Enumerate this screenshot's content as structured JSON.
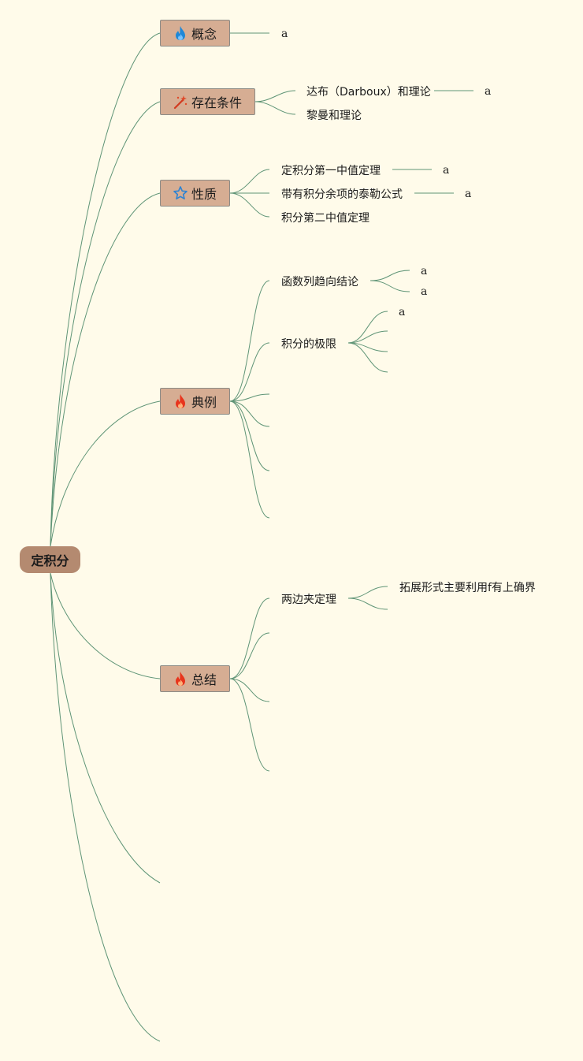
{
  "mindmap": {
    "root": "定积分",
    "topics": {
      "concept": {
        "label": "概念",
        "icon": "fire-blue-icon",
        "leaf": "a"
      },
      "existence": {
        "label": "存在条件",
        "icon": "magic-wand-icon",
        "subs": [
          {
            "label": "达布（Darboux）和理论",
            "leaf": "a"
          },
          {
            "label": "黎曼和理论"
          }
        ]
      },
      "property": {
        "label": "性质",
        "icon": "star-icon",
        "subs": [
          {
            "label": "定积分第一中值定理",
            "leaf": "a"
          },
          {
            "label": "带有积分余项的泰勒公式",
            "leaf": "a"
          },
          {
            "label": "积分第二中值定理"
          }
        ]
      },
      "examples": {
        "label": "典例",
        "icon": "fire-red-icon",
        "subs": [
          {
            "label": "函数列趋向结论",
            "leaves": [
              "a",
              "a"
            ]
          },
          {
            "label": "积分的极限",
            "leaves": [
              "a"
            ]
          }
        ]
      },
      "summary": {
        "label": "总结",
        "icon": "fire-red-icon",
        "subs": [
          {
            "label": "两边夹定理",
            "leaves": [
              "拓展形式主要利用f有上确界"
            ]
          }
        ]
      }
    }
  },
  "colors": {
    "background": "#fffbea",
    "root": "#b48a70",
    "topic": "#d6ad93",
    "link": "#5f9476"
  }
}
